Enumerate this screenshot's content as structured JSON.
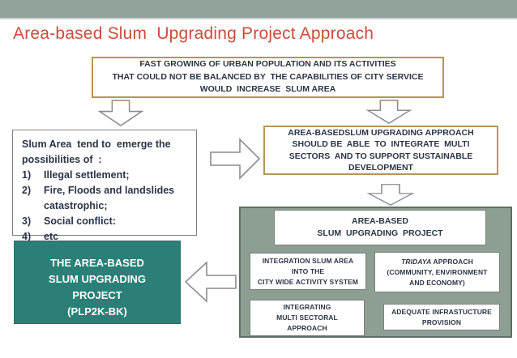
{
  "title": "Area-based Slum  Upgrading Project Approach",
  "colors": {
    "top_bar": "#92a39b",
    "title": "#cd4c3a",
    "tan": "#b49559",
    "text_dark": "#2b3547",
    "gray_border": "#7f7f7f",
    "panel_bg": "#8d9f93",
    "panel_border": "#5f6f64",
    "teal": "#2b7f77",
    "arrow": "#8c8c8c"
  },
  "cause_box": {
    "lines": [
      "FAST GROWING OF URBAN POPULATION AND ITS ACTIVITIES",
      "THAT COULD NOT BE BALANCED BY  THE CAPABILITIES OF CITY SERVICE",
      "WOULD  INCREASE  SLUM AREA"
    ]
  },
  "slum_box": {
    "intro": "Slum Area  tend to  emerge the possibilities of  :",
    "items": [
      {
        "num": "1)",
        "text": "Illegal settlement;"
      },
      {
        "num": "2)",
        "text": "Fire, Floods and landslides catastrophic;"
      },
      {
        "num": "3)",
        "text": "Social conflict:"
      },
      {
        "num": "4)",
        "text": "etc"
      }
    ]
  },
  "approach_box": {
    "lines": [
      "AREA-BASEDSLUM UPGRADING APPROACH",
      "SHOULD BE  ABLE  TO  INTEGRATE  MULTI",
      "SECTORS  AND TO SUPPORT SUSTAINABLE",
      "DEVELOPMENT"
    ]
  },
  "panel": {
    "header": {
      "lines": [
        "AREA-BASED",
        "SLUM  UPGRADING  PROJECT"
      ]
    },
    "integration": {
      "lines": [
        "INTEGRATION SLUM AREA",
        "INTO THE",
        "CITY WIDE ACTIVITY SYSTEM"
      ]
    },
    "tridaya": {
      "title_italic": "TRIDAYA",
      "title_rest": " APPROACH",
      "lines": [
        "(COMMUNITY, ENVIRONMENT",
        "AND ECONOMY)"
      ]
    },
    "multisectoral": {
      "lines": [
        "INTEGRATING",
        "MULTI SECTORAL",
        "APPROACH"
      ]
    },
    "infrastructure": {
      "lines": [
        "ADEQUATE INFRASTUCTURE",
        "PROVISION"
      ]
    }
  },
  "teal_box": {
    "lines": [
      "THE AREA-BASED",
      "SLUM UPGRADING",
      "PROJECT",
      "(PLP2K-BK)"
    ]
  }
}
